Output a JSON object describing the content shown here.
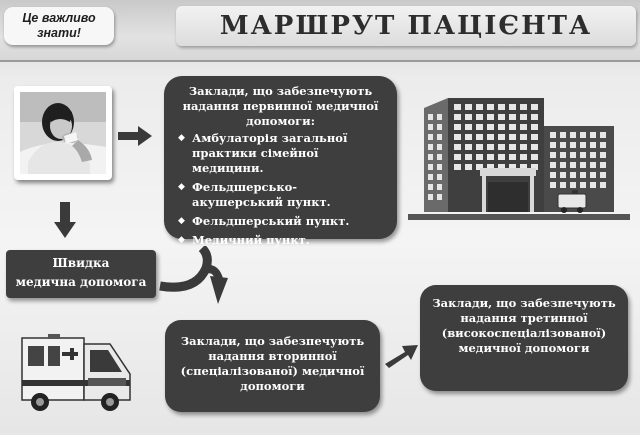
{
  "header": {
    "tag_line1": "Це важливо",
    "tag_line2": "знати!",
    "title": "МАРШРУТ ПАЦІЄНТА"
  },
  "boxes": {
    "primary": {
      "intro": "Заклади, що забезпечують надання первинної медичної допомоги:",
      "bullet_symbol": "◆",
      "items": [
        "Амбулаторія загальної практики сімейної медицини.",
        "Фельдшерсько-акушерський пункт.",
        "Фельдшерський пункт.",
        "Медичний пункт."
      ]
    },
    "ambulance": {
      "line1": "Швидка",
      "line2": "медична допомога"
    },
    "secondary": {
      "text": "Заклади, що забезпечують надання вторинної (спеціалізованої) медичної допомоги"
    },
    "tertiary": {
      "text": "Заклади, що забезпечують надання третинної (високоспеціалізованої) медичної допомоги"
    }
  },
  "icons": {
    "photo": "sick-patient-photo",
    "hospital": "hospital-building-icon",
    "ambulance": "ambulance-icon",
    "arrows": "arrow-icon"
  },
  "colors": {
    "box_fill": "#3e3e3e",
    "box_text": "#ffffff",
    "arrow": "#3a3a3a"
  }
}
